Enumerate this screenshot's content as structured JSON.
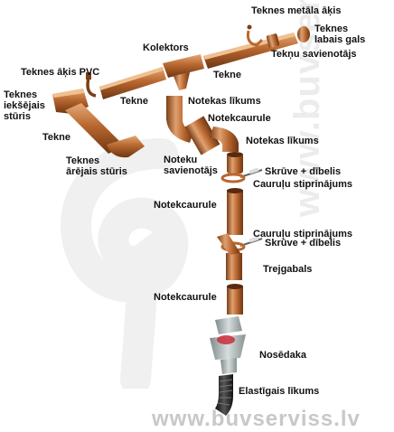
{
  "labels": {
    "gutter_end_cap": "Teknes metāla āķis",
    "right_cap_1": "Teknes",
    "right_cap_2": "labais gals",
    "gutter_joiner": "Tekņu savienotājs",
    "outlet": "Kolektors",
    "gutter_a": "Tekne",
    "pvc_hook": "Teknes āķis PVC",
    "gutter_b": "Tekne",
    "inner_corner_1": "Teknes",
    "inner_corner_2": "iekšējais",
    "inner_corner_3": "stūris",
    "gutter_c": "Tekne",
    "outer_corner_1": "Teknes",
    "outer_corner_2": "ārējais stūris",
    "elbow_1": "Notekas līkums",
    "downpipe_1": "Notekcaurule",
    "elbow_2": "Notekas līkums",
    "pipe_joiner_1": "Noteku",
    "pipe_joiner_2": "savienotājs",
    "screw_1": "Skrūve + dībelis",
    "bracket_1": "Cauruļu stiprinājums",
    "downpipe_2": "Notekcaurule",
    "screw_2": "Skrūve + dībelis",
    "bracket_2": "Cauruļu stiprinājums",
    "tee": "Trejgabals",
    "downpipe_3": "Notekcaurule",
    "sediment_trap": "Nosēdaka",
    "flex_elbow": "Elastīgais līkums"
  },
  "watermark": {
    "bottom": "www.buvserviss.lv",
    "vertical": "www.buvserviss.lv"
  },
  "colors": {
    "copper": "#b8672f",
    "copper_light": "#e0a070",
    "copper_dark": "#7a3f18",
    "metal": "#9aa6a6",
    "rubber": "#2a2a2a",
    "watermark": "#c8c8c8"
  }
}
